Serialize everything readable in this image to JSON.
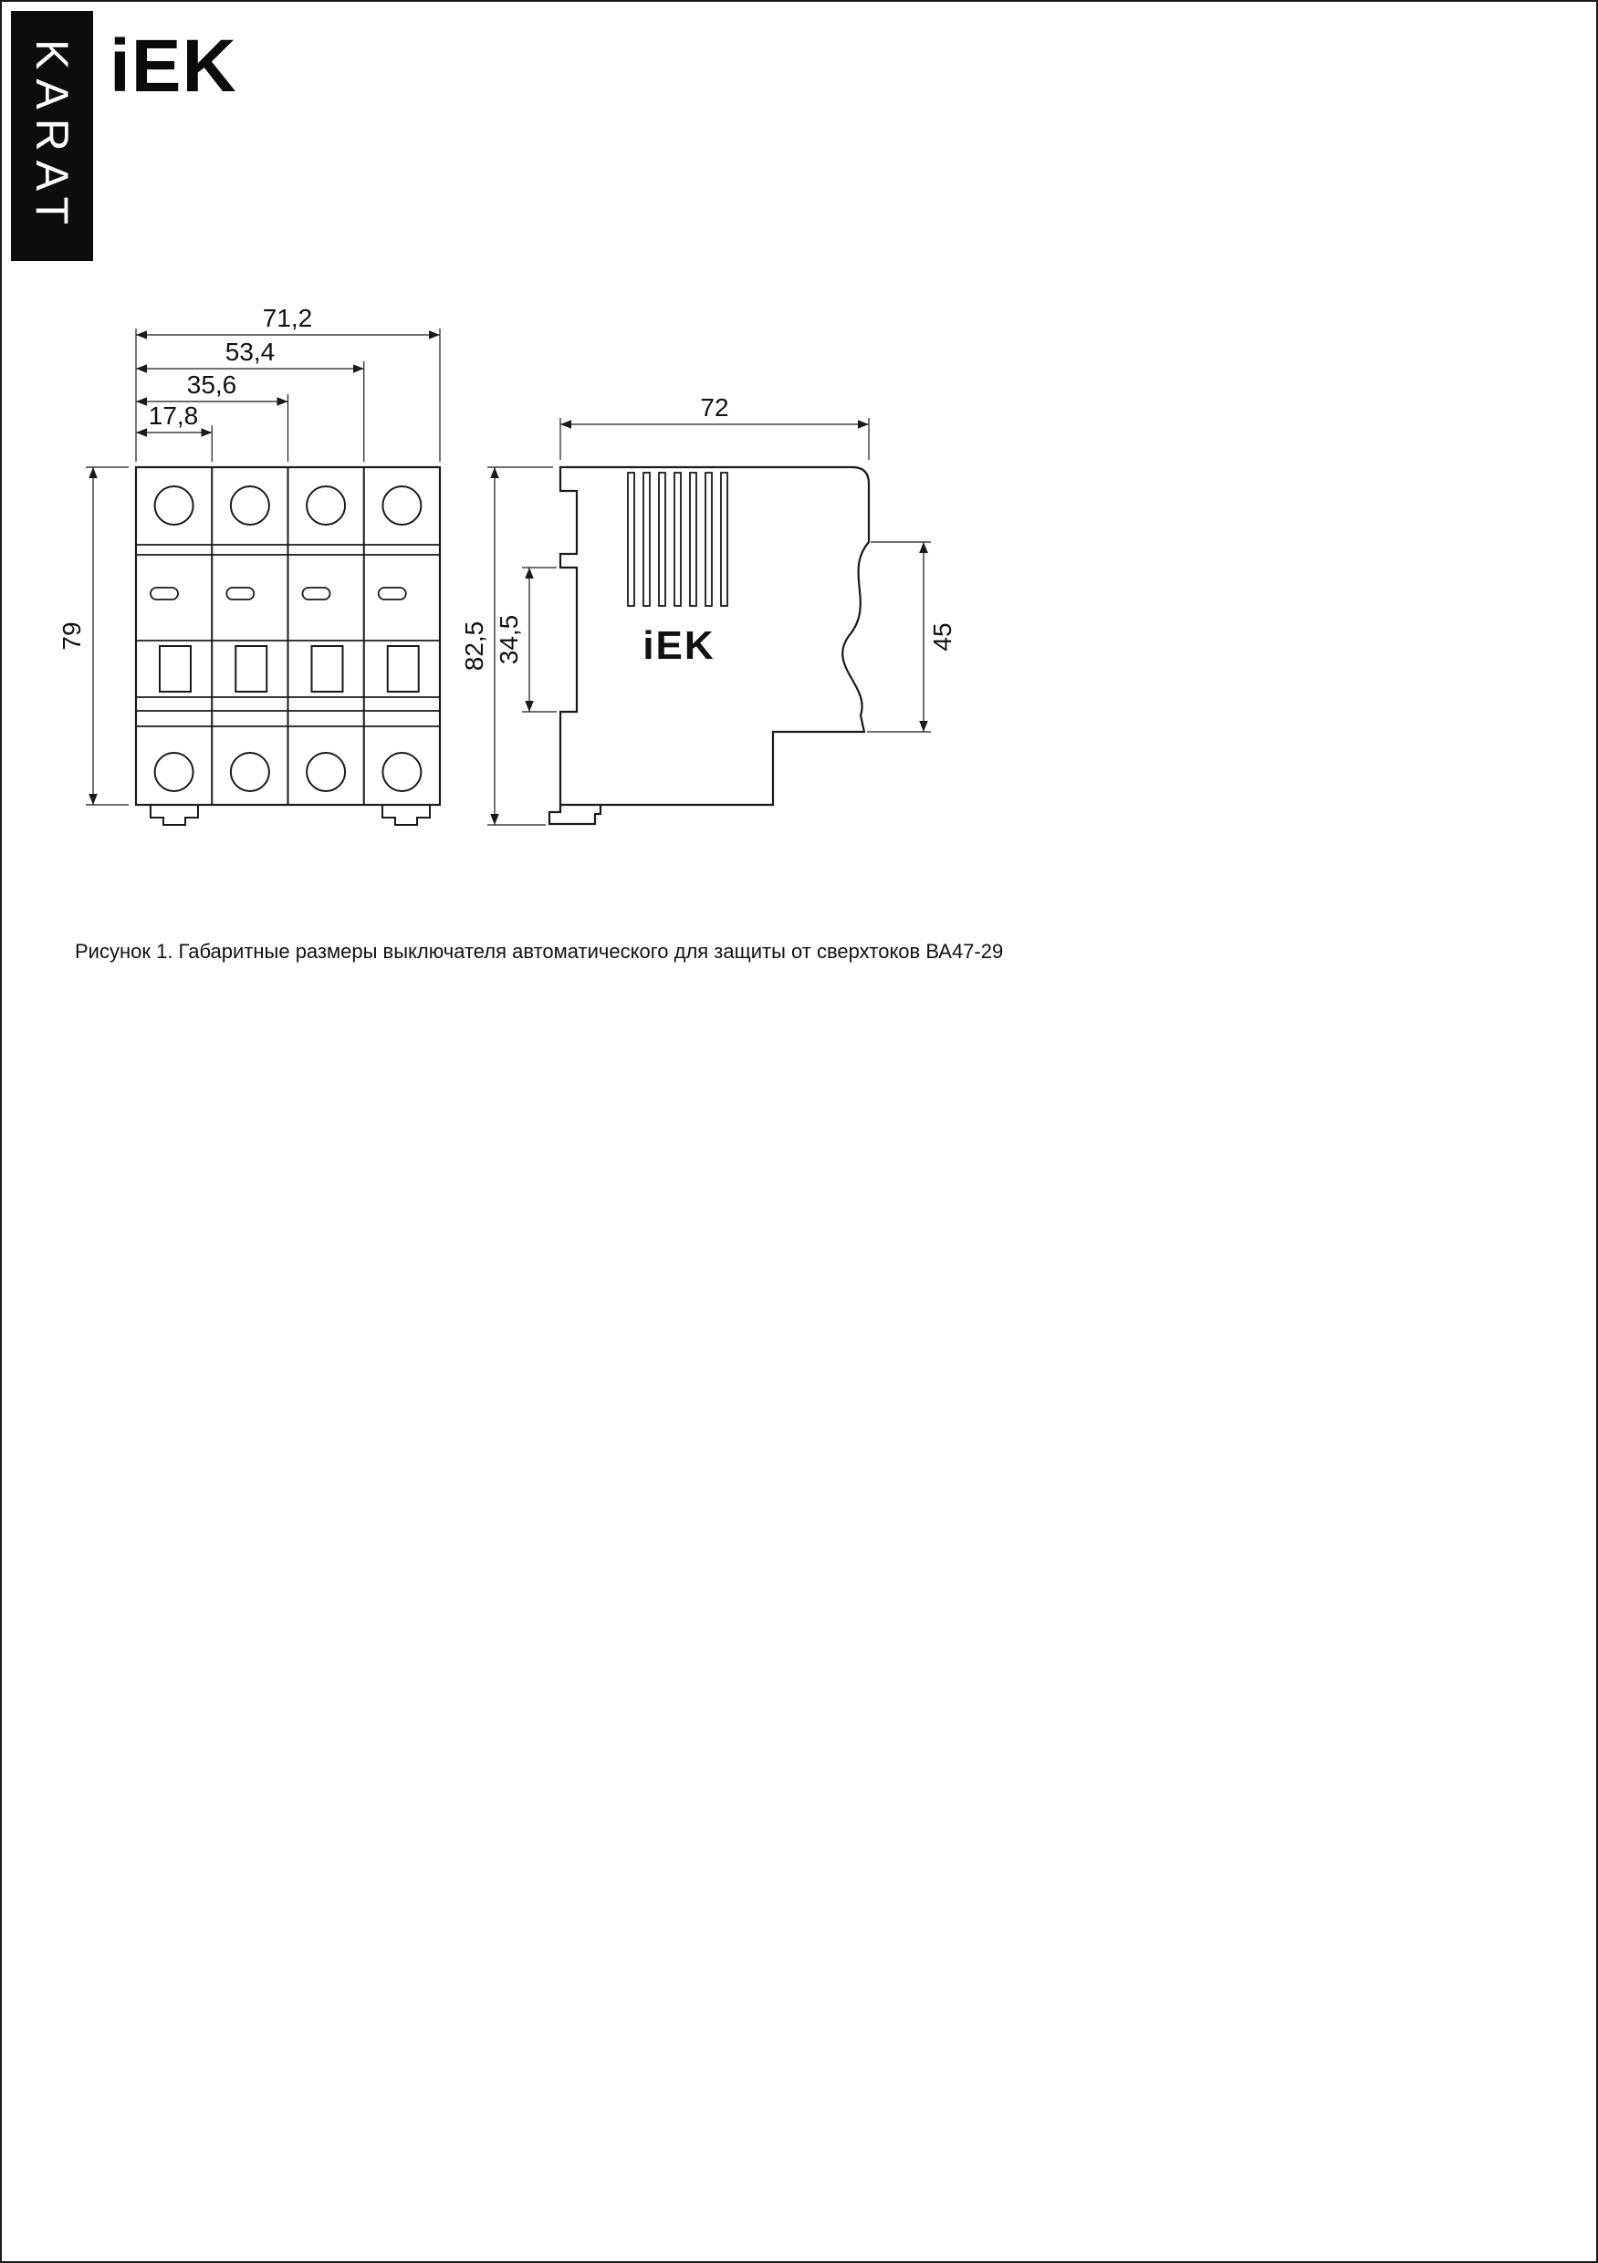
{
  "theme": {
    "ink": "#1a1a1a",
    "banner_bg": "#0d0d0d",
    "paper": "#ffffff"
  },
  "brand": {
    "vertical_banner": "KARAT",
    "logo": "iEK"
  },
  "figure": {
    "caption": "Рисунок 1. Габаритные размеры выключателя автоматического для защиты от сверхтоков ВА47-29"
  },
  "front_view": {
    "dim_width_total": "71,2",
    "dim_width_3mod": "53,4",
    "dim_width_2mod": "35,6",
    "dim_width_1mod": "17,8",
    "dim_height": "79"
  },
  "side_view": {
    "dim_depth": "72",
    "dim_height_total": "82,5",
    "dim_din_opening": "34,5",
    "dim_front_height": "45",
    "logo": "iEK"
  }
}
